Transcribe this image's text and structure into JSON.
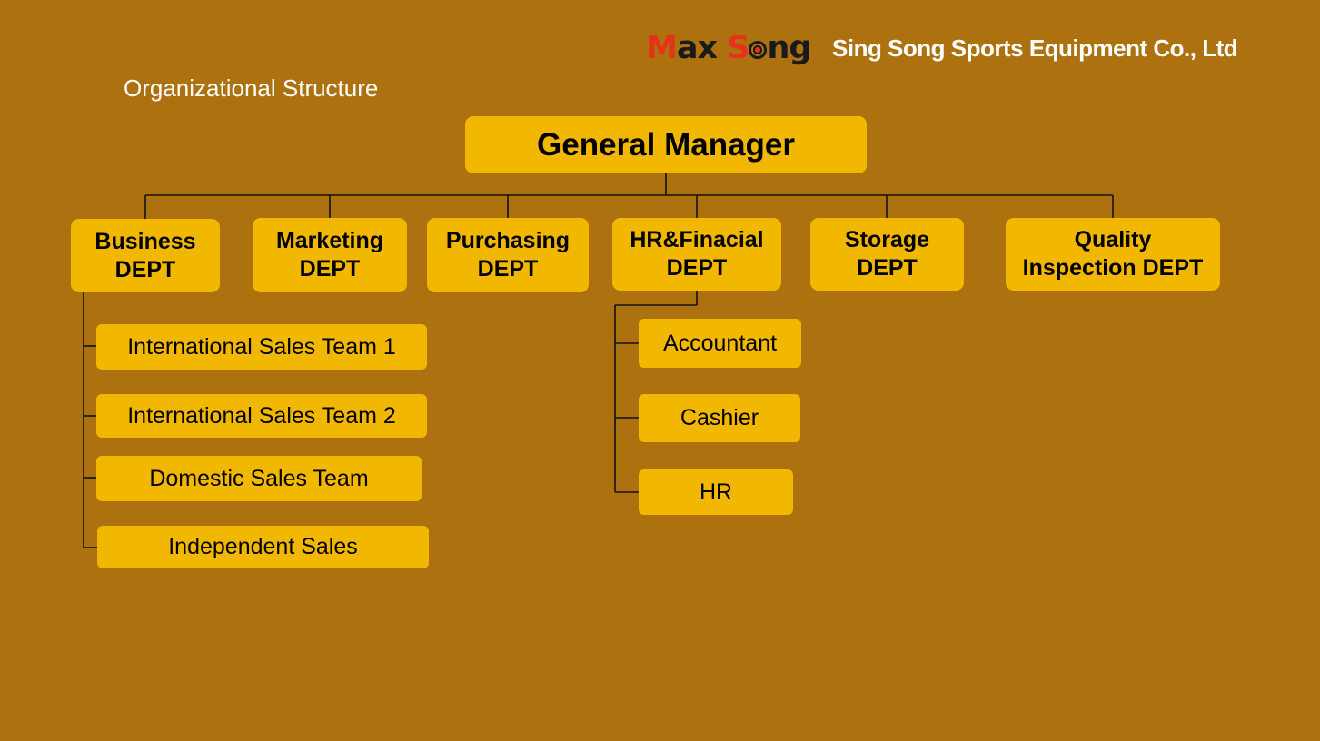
{
  "header": {
    "logo_text": "Max Song",
    "company": "Sing Song Sports Equipment Co., Ltd"
  },
  "page_title": "Organizational Structure",
  "chart": {
    "root": "General Manager",
    "departments": [
      {
        "line1": "Business",
        "line2": "DEPT"
      },
      {
        "line1": "Marketing",
        "line2": "DEPT"
      },
      {
        "line1": "Purchasing",
        "line2": "DEPT"
      },
      {
        "line1": "HR&Finacial",
        "line2": "DEPT"
      },
      {
        "line1": "Storage",
        "line2": "DEPT"
      },
      {
        "line1": "Quality",
        "line2": "Inspection DEPT"
      }
    ],
    "business_units": [
      "International Sales Team 1",
      "International Sales Team 2",
      "Domestic Sales Team",
      "Independent Sales"
    ],
    "hr_units": [
      "Accountant",
      "Cashier",
      "HR"
    ]
  }
}
